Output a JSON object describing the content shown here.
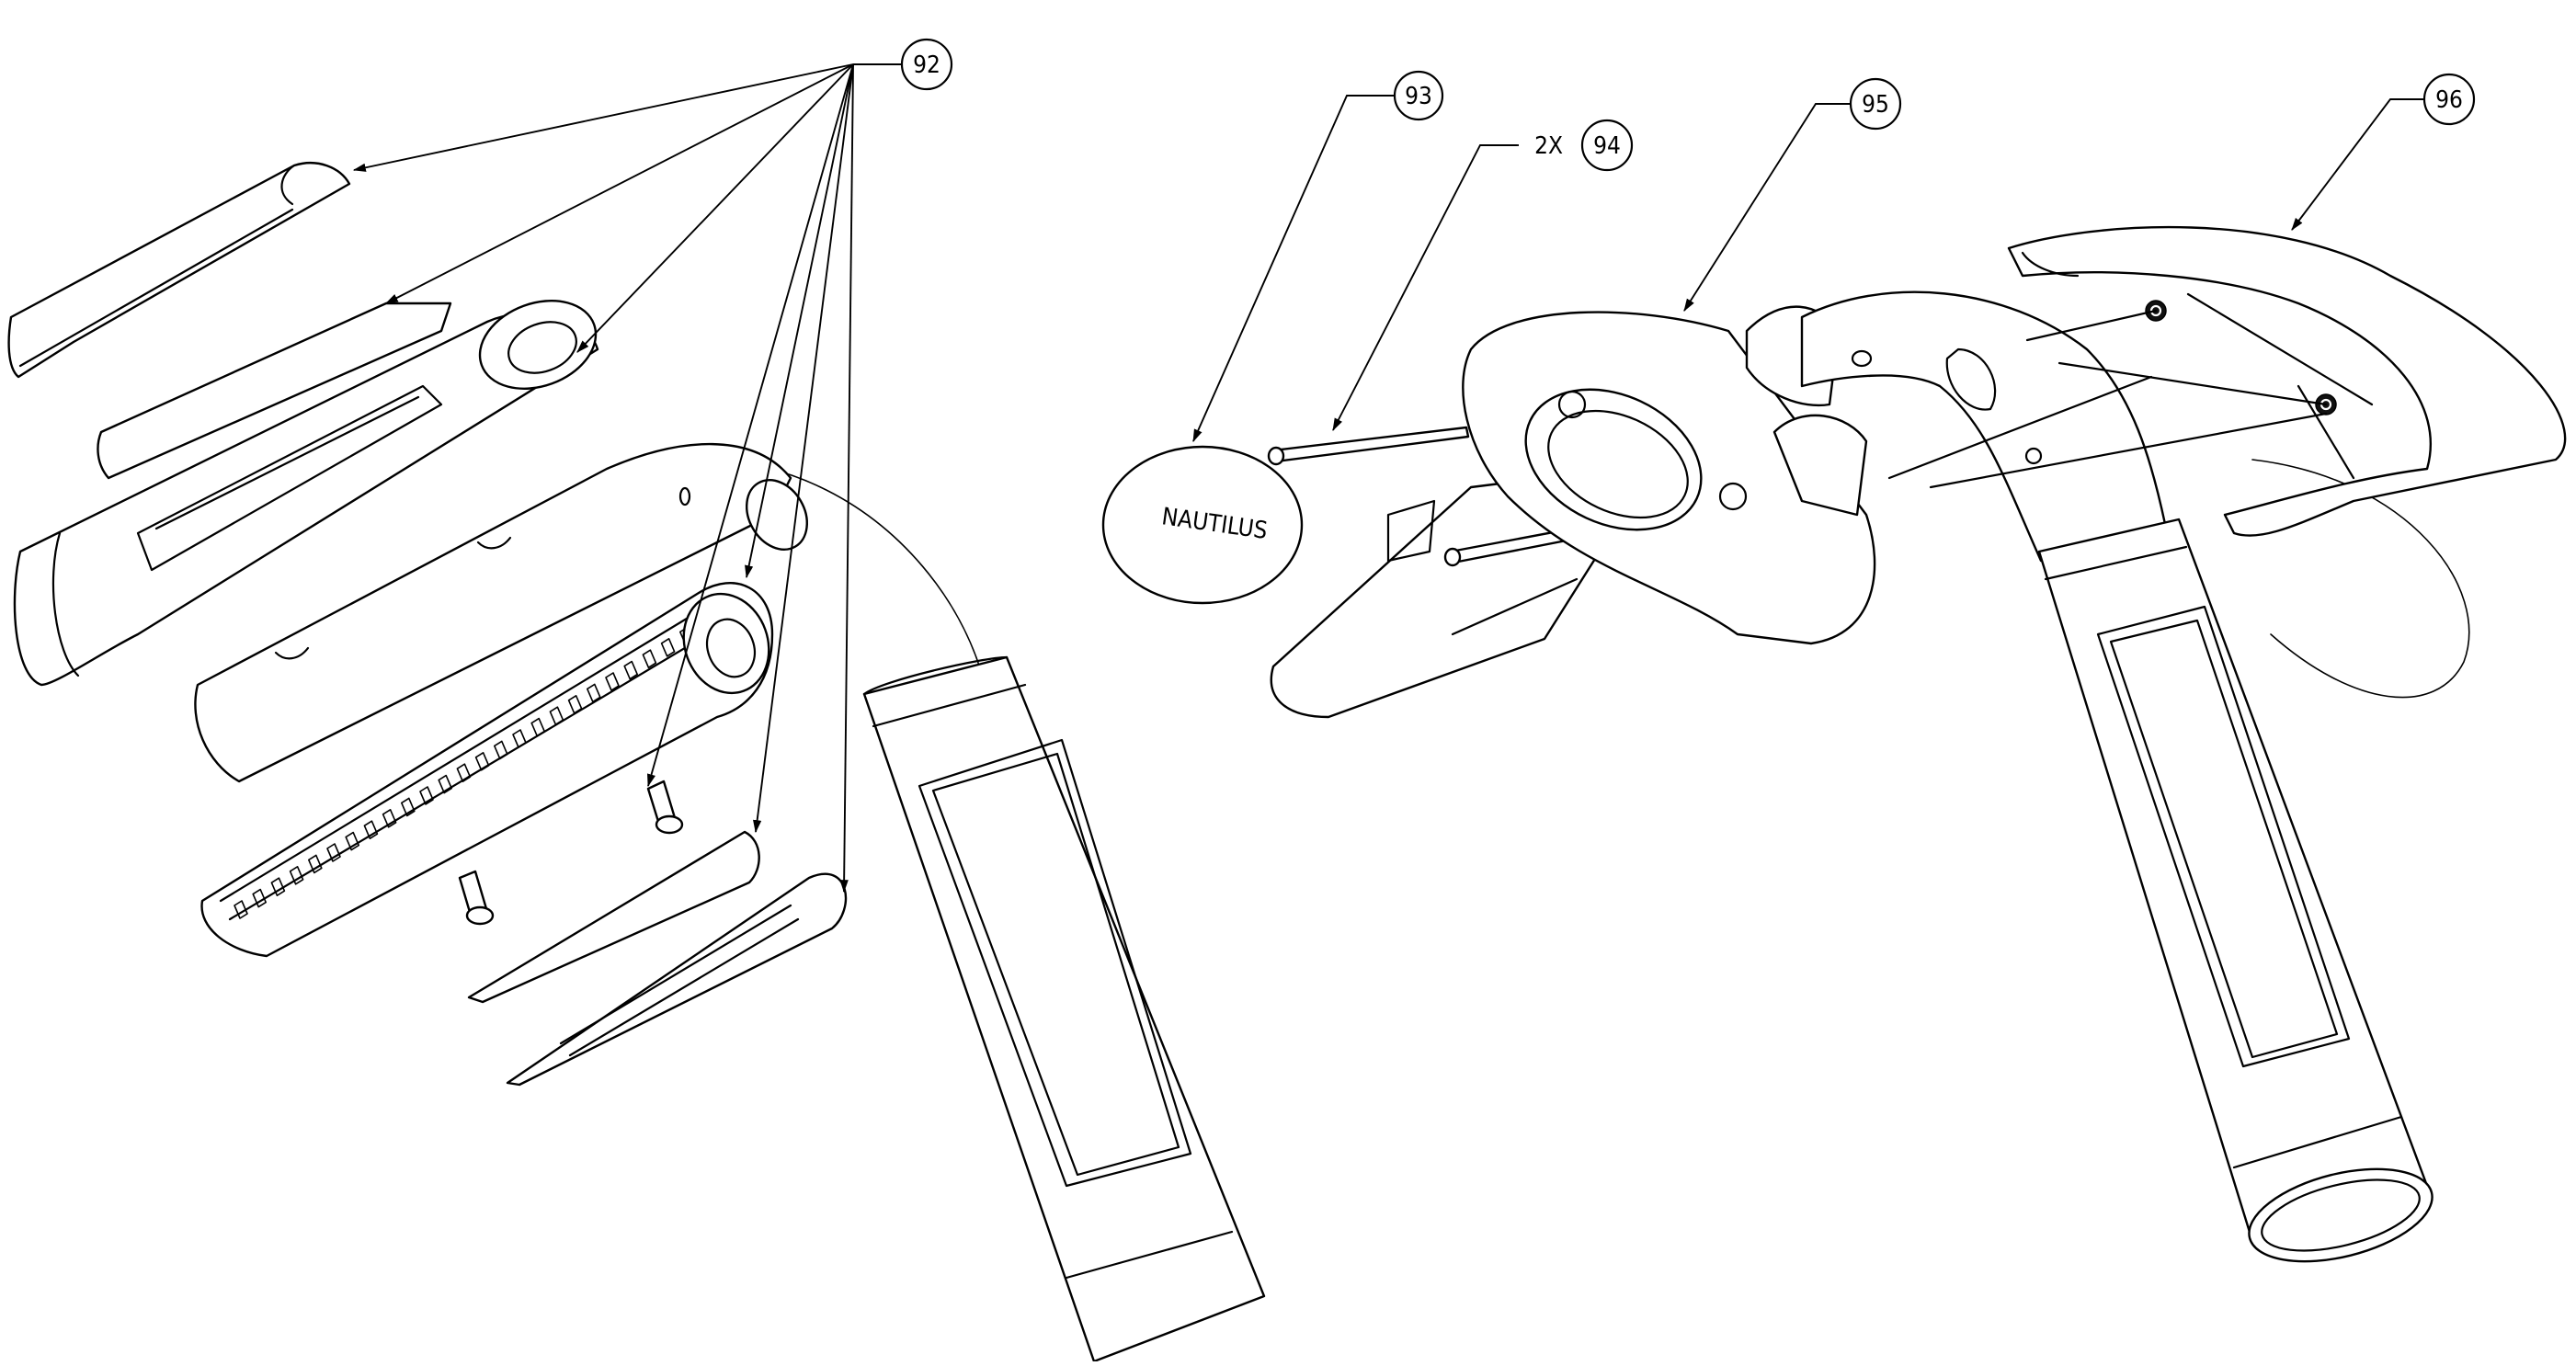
{
  "callouts": [
    {
      "id": "92",
      "label": "92",
      "qty": ""
    },
    {
      "id": "93",
      "label": "93",
      "qty": ""
    },
    {
      "id": "94",
      "label": "94",
      "qty": "2X"
    },
    {
      "id": "95",
      "label": "95",
      "qty": ""
    },
    {
      "id": "96",
      "label": "96",
      "qty": ""
    }
  ],
  "emblem_text": "NAUTILUS",
  "colors": {
    "line": "#000000",
    "background": "#ffffff"
  }
}
